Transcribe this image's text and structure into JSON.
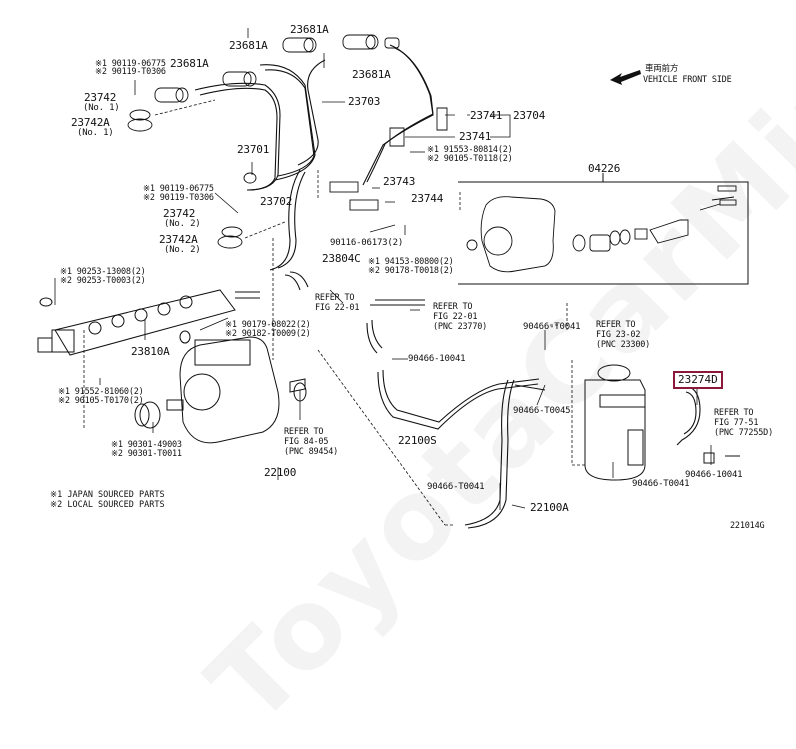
{
  "diagram": {
    "id": "221014G",
    "watermark": "ToyotaCarMine.ru",
    "direction": {
      "jp": "車両前方",
      "en": "VEHICLE FRONT SIDE"
    },
    "highlight_color": "#8b1a3a",
    "highlighted_part": "23274D",
    "parts": {
      "p23681A_1": "23681A",
      "p23681A_2": "23681A",
      "p23681A_3": "23681A",
      "p23681A_4": "23681A",
      "p23703": "23703",
      "p23741_1": "23741",
      "p23741_2": "23741",
      "p23704": "23704",
      "p23701": "23701",
      "p23702": "23702",
      "p23743": "23743",
      "p23744": "23744",
      "p04226": "04226",
      "p23742_1": "23742",
      "p23742_1_no": "(No. 1)",
      "p23742A_1": "23742A",
      "p23742A_1_no": "(No. 1)",
      "p23742_2": "23742",
      "p23742_2_no": "(No. 2)",
      "p23742A_2": "23742A",
      "p23742A_2_no": "(No. 2)",
      "p90116": "90116-06173(2)",
      "p23804C": "23804C",
      "p23810A": "23810A",
      "p22100": "22100",
      "p22100S": "22100S",
      "p22100A": "22100A",
      "p90466_T0041_a": "90466-T0041",
      "p90466_T0041_b": "90466-T0041",
      "p90466_T0041_c": "90466-T0041",
      "p90466_10041_a": "90466-10041",
      "p90466_10041_b": "90466-10041",
      "p90466_T0045": "90466-T0045"
    },
    "alt_parts": {
      "bolt1": [
        "※1 90119-06775",
        "※2 90119-T0306"
      ],
      "bolt2": [
        "※1 90119-06775",
        "※2 90119-T0306"
      ],
      "union": [
        "※1 91553-80814(2)",
        "※2 90105-T0118(2)"
      ],
      "nut": [
        "※1 94153-80800(2)",
        "※2 90178-T0018(2)"
      ],
      "plug": [
        "※1 90253-13008(2)",
        "※2 90253-T0003(2)"
      ],
      "gasket": [
        "※1 90179-08022(2)",
        "※2 90182-T0009(2)"
      ],
      "bolt3": [
        "※1 91552-81060(2)",
        "※2 90105-T0170(2)"
      ],
      "oring": [
        "※1 90301-49003",
        "※2 90301-T0011"
      ]
    },
    "refs": {
      "r1": [
        "REFER TO",
        "FIG 22-01"
      ],
      "r2": [
        "REFER TO",
        "FIG 22-01",
        "(PNC 23770)"
      ],
      "r3": [
        "REFER TO",
        "FIG 23-02",
        "(PNC 23300)"
      ],
      "r4": [
        "REFER TO",
        "FIG 84-05",
        "(PNC 89454)"
      ],
      "r5": [
        "REFER TO",
        "FIG 77-51",
        "(PNC 77255D)"
      ]
    },
    "legend": [
      "※1 JAPAN SOURCED PARTS",
      "※2 LOCAL SOURCED PARTS"
    ]
  }
}
